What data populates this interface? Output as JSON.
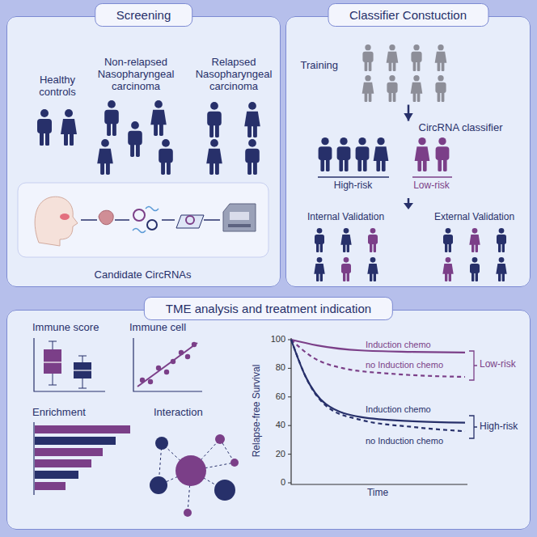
{
  "diagram": {
    "nodes": [
      {
        "text": [
          "Screening"
        ]
      },
      {
        "text": [
          "Candidate CircRNAs"
        ],
        "in": 0
      },
      {
        "text": [
          "Classifier Constuction"
        ]
      },
      {
        "text": [
          "Training"
        ],
        "in": 2
      },
      {
        "text": [
          "CircRNA classifier",
          "High-risk",
          "Low-risk"
        ],
        "in": 2
      },
      {
        "text": [
          "Internal Validation"
        ],
        "in": 2
      },
      {
        "text": [
          "External Validation"
        ],
        "in": 2
      },
      {
        "text": [
          "TME analysis and treatment indication"
        ]
      }
    ],
    "edges": [
      {
        "from": 3,
        "to": 4,
        "arrow": "to"
      }
    ],
    "labels": [
      "Healthy controls",
      "Non-relapsed Nasopharyngeal carcinoma",
      "Relapsed Nasopharyngeal carcinoma",
      "Immune score",
      "Immune cell",
      "Enrichment",
      "Interaction",
      "Relapse-free Survival",
      "100",
      "80",
      "60",
      "40",
      "20",
      "0",
      "Time",
      "Induction chemo",
      "no Induction chemo",
      "Low-risk",
      "Induction chemo",
      "no Induction chemo",
      "High-risk"
    ]
  }
}
